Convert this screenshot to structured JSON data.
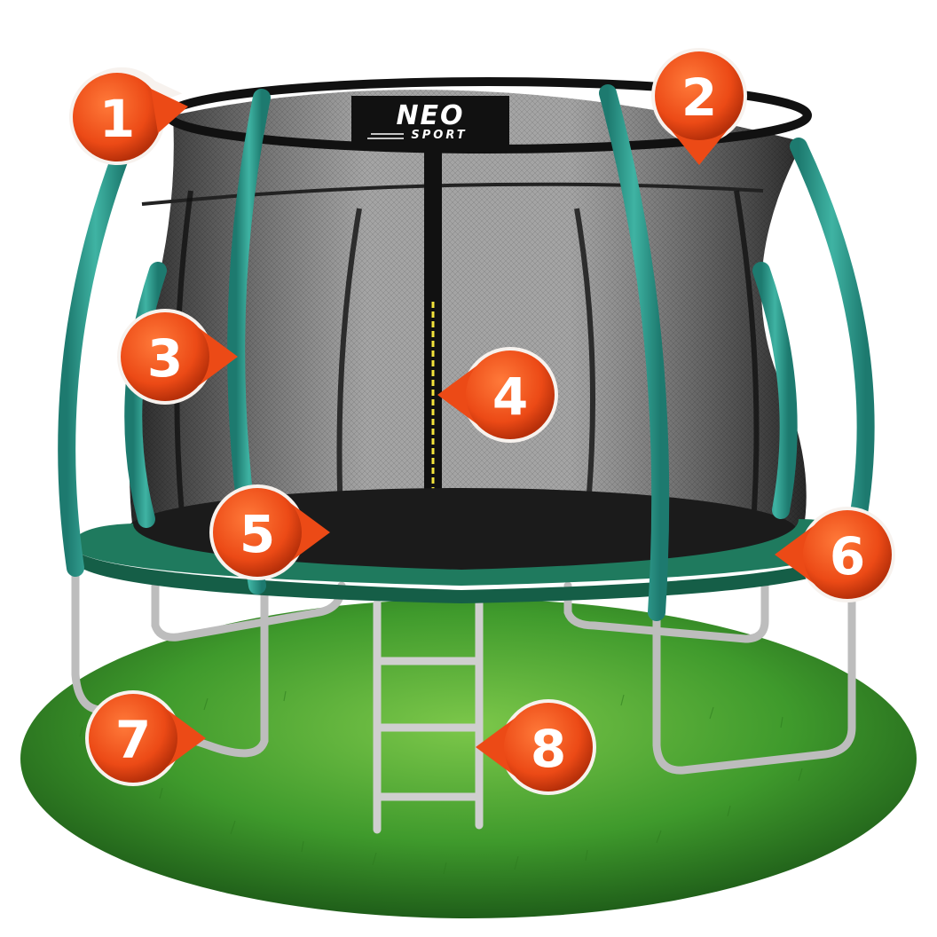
{
  "logo": {
    "line1": "NEO",
    "line2": "SPORT"
  },
  "markers": [
    {
      "label": "1",
      "name": "marker-1"
    },
    {
      "label": "2",
      "name": "marker-2"
    },
    {
      "label": "3",
      "name": "marker-3"
    },
    {
      "label": "4",
      "name": "marker-4"
    },
    {
      "label": "5",
      "name": "marker-5"
    },
    {
      "label": "6",
      "name": "marker-6"
    },
    {
      "label": "7",
      "name": "marker-7"
    },
    {
      "label": "8",
      "name": "marker-8"
    }
  ],
  "colors": {
    "marker": "#f0501e",
    "marker_dark": "#c73a10",
    "pole": "#2a9d8f",
    "mat_frame": "#1f7a5e",
    "net": "#2a2a2a",
    "grass": "#3e8e2a",
    "steel": "#c8c8c8"
  }
}
